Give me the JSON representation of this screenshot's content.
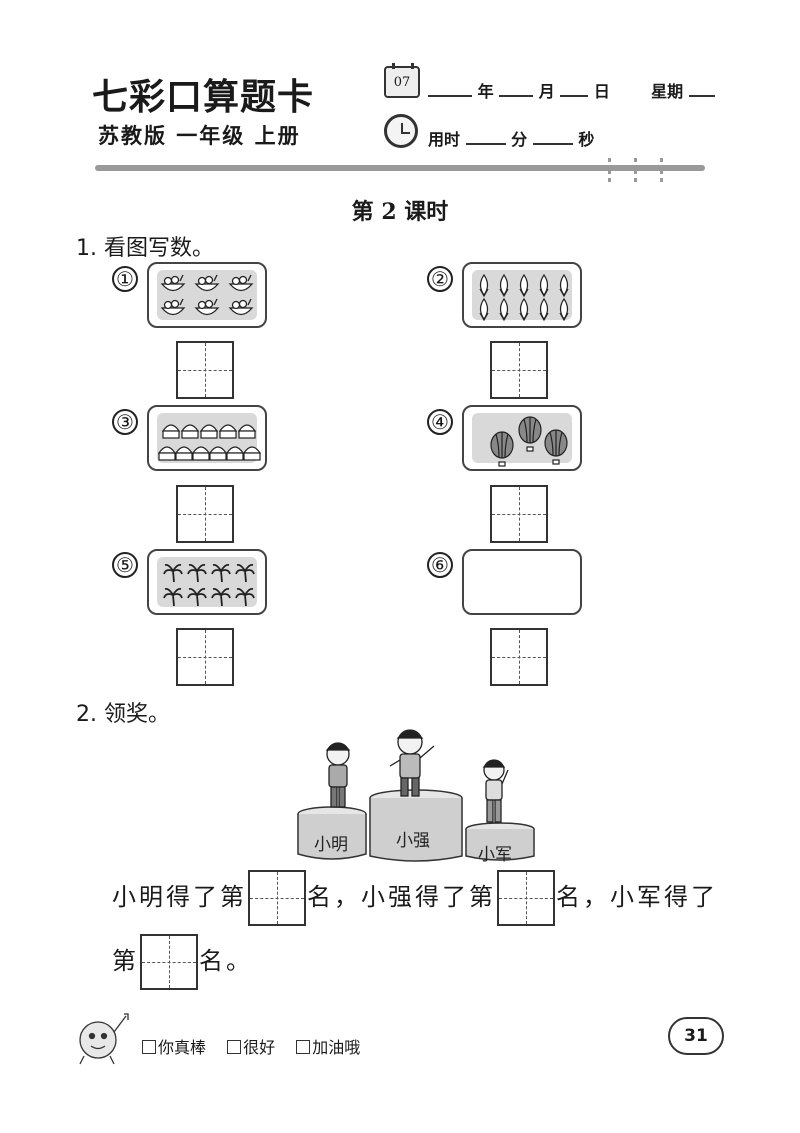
{
  "header": {
    "brand": "七彩口算题卡",
    "edition": "苏教版  一年级  上册",
    "calendar_number": "07",
    "date_fields": [
      "年",
      "月",
      "日",
      "星期"
    ],
    "time_label": "用时",
    "time_fields": [
      "分",
      "秒"
    ]
  },
  "lesson_title": "第 2 课时",
  "q1": {
    "title": "1. 看图写数。",
    "items": [
      {
        "num": "①",
        "picture": "fruit-baskets"
      },
      {
        "num": "②",
        "picture": "corn-cobs"
      },
      {
        "num": "③",
        "picture": "cakes"
      },
      {
        "num": "④",
        "picture": "hot-air-balloons"
      },
      {
        "num": "⑤",
        "picture": "palm-trees"
      },
      {
        "num": "⑥",
        "picture": "empty"
      }
    ]
  },
  "q2": {
    "title": "2. 领奖。",
    "podium_labels": {
      "left": "小明",
      "center": "小强",
      "right": "小军"
    },
    "sentence_1": {
      "part_1": "小明得了第",
      "part_2": "名，小强得了第",
      "part_3": "名，小军得了"
    },
    "sentence_2": {
      "part_1": "第",
      "part_2": "名。"
    }
  },
  "footer": {
    "options": [
      "你真棒",
      "很好",
      "加油哦"
    ],
    "page_number": "31"
  }
}
